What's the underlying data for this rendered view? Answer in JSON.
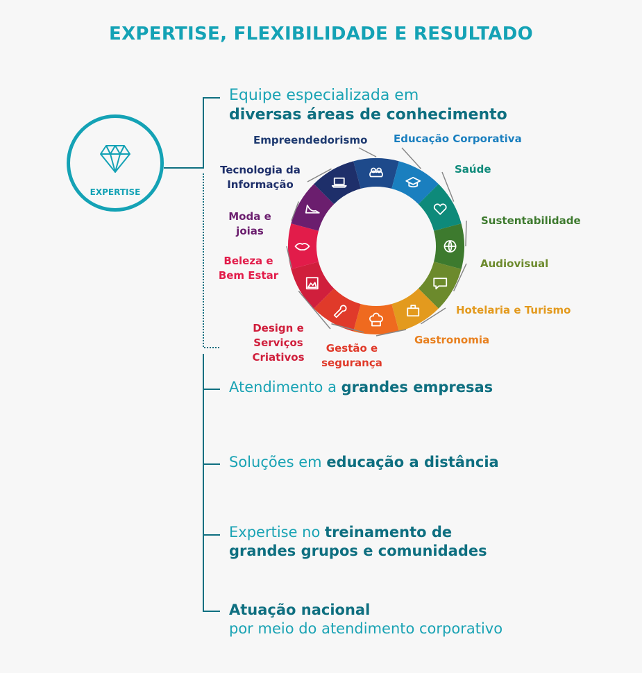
{
  "title": "EXPERTISE, FLEXIBILIDADE E RESULTADO",
  "badge": {
    "label": "EXPERTISE",
    "icon": "diamond-icon",
    "color": "#14a2b5"
  },
  "bullets": [
    {
      "plain": "Equipe especializada em",
      "bold": "diversas áreas de conhecimento"
    },
    {
      "plain": "Atendimento a ",
      "bold": "grandes empresas"
    },
    {
      "plain": "Soluções em ",
      "bold": "educação a distância"
    },
    {
      "plain": "Expertise no ",
      "bold": "treinamento de",
      "bold2": "grandes grupos e comunidades"
    },
    {
      "bold": "Atuação nacional",
      "plain": "por meio do atendimento corporativo"
    }
  ],
  "segments": [
    {
      "label": "Empreendedorismo",
      "color": "#1e4a8b",
      "icon": "people-icon",
      "text_color": "#1e3a70"
    },
    {
      "label": "Educação Corporativa",
      "color": "#1a7fbf",
      "icon": "graduation-cap-icon",
      "text_color": "#1a7fbf"
    },
    {
      "label": "Saúde",
      "color": "#0e8a7a",
      "icon": "heart-icon",
      "text_color": "#0e8a7a"
    },
    {
      "label": "Sustentabilidade",
      "color": "#3d7a2e",
      "icon": "globe-icon",
      "text_color": "#3d7a2e"
    },
    {
      "label": "Audiovisual",
      "color": "#6c8a2c",
      "icon": "speech-bubble-icon",
      "text_color": "#6c8a2c"
    },
    {
      "label": "Hotelaria e Turismo",
      "color": "#e39a1e",
      "icon": "suitcase-icon",
      "text_color": "#e39a1e"
    },
    {
      "label": "Gastronomia",
      "color": "#ef6a1f",
      "icon": "chef-hat-icon",
      "text_color": "#e8801f"
    },
    {
      "label": "Gestão e segurança",
      "color": "#e03a2a",
      "icon": "wrench-icon",
      "text_color": "#e03a2a"
    },
    {
      "label": "Design e Serviços Criativos",
      "color": "#d01f3c",
      "icon": "picture-icon",
      "text_color": "#d01f3c"
    },
    {
      "label": "Beleza e Bem Estar",
      "color": "#e21c4a",
      "icon": "lips-icon",
      "text_color": "#e21c4a"
    },
    {
      "label": "Moda e joias",
      "color": "#6b1e6e",
      "icon": "high-heel-icon",
      "text_color": "#6b1e6e"
    },
    {
      "label": "Tecnologia da Informação",
      "color": "#1e2f6a",
      "icon": "laptop-icon",
      "text_color": "#1e2f6a"
    }
  ]
}
